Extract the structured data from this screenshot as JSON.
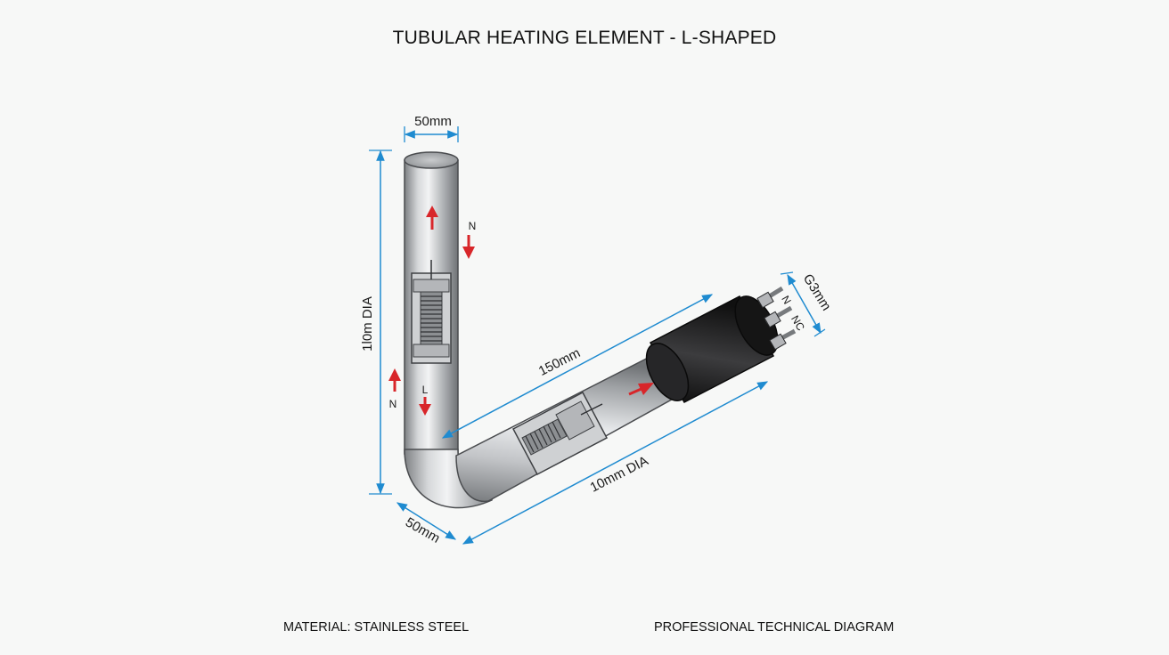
{
  "title": "TUBULAR HEATING ELEMENT - L-SHAPED",
  "dimensions": {
    "top_width": "50mm",
    "vertical_length": "1l0m DIA",
    "horizontal_length": "150mm",
    "horizontal_dia": "10mm DIA",
    "bend_width": "50mm",
    "terminal_size": "G3mm"
  },
  "terminal_labels": {
    "upper_n": "N",
    "lower_l": "L",
    "lower_n": "N",
    "term_n": "N",
    "term_nc": "NC"
  },
  "footer": {
    "material": "MATERIAL: STAINLESS STEEL",
    "caption": "PROFESSIONAL TECHNICAL DIAGRAM"
  },
  "colors": {
    "dimension_line": "#1f8bd0",
    "arrow_red": "#d8262a",
    "tube_steel": "#b7b9bc",
    "terminal_black": "#1c1c1c"
  }
}
